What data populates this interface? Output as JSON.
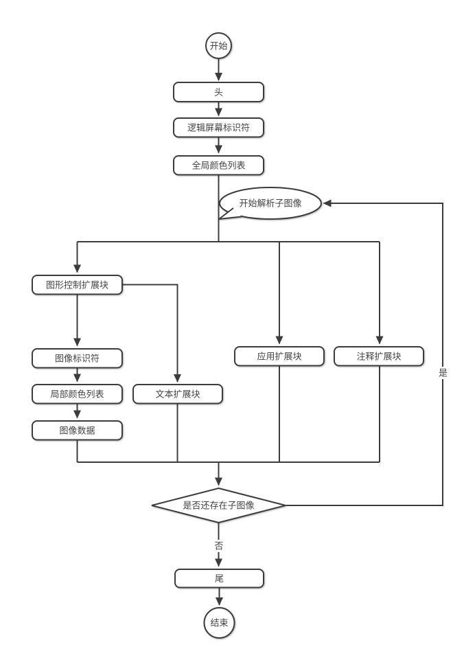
{
  "diagram_type": "flowchart",
  "colors": {
    "line": "#3c3c3c",
    "text": "#444444",
    "node_fill": "#ffffff",
    "background": "#ffffff"
  },
  "nodes": {
    "start": {
      "label": "开始",
      "shape": "circle"
    },
    "header": {
      "label": "头",
      "shape": "rounded-rect"
    },
    "logical_screen_descriptor": {
      "label": "逻辑屏幕标识符",
      "shape": "rounded-rect"
    },
    "global_color_table": {
      "label": "全局颜色列表",
      "shape": "rounded-rect"
    },
    "parse_subimage_callout": {
      "label": "开始解析子图像",
      "shape": "oval-callout"
    },
    "graphic_control_extension": {
      "label": "图形控制扩展块",
      "shape": "rounded-rect"
    },
    "image_descriptor": {
      "label": "图像标识符",
      "shape": "rounded-rect"
    },
    "local_color_table": {
      "label": "局部颜色列表",
      "shape": "rounded-rect"
    },
    "image_data": {
      "label": "图像数据",
      "shape": "rounded-rect"
    },
    "text_extension": {
      "label": "文本扩展块",
      "shape": "rounded-rect"
    },
    "application_extension": {
      "label": "应用扩展块",
      "shape": "rounded-rect"
    },
    "comment_extension": {
      "label": "注释扩展块",
      "shape": "rounded-rect"
    },
    "subimage_decision": {
      "label": "是否还存在子图像",
      "shape": "diamond"
    },
    "trailer": {
      "label": "尾",
      "shape": "rounded-rect"
    },
    "end": {
      "label": "结束",
      "shape": "circle"
    }
  },
  "edge_labels": {
    "yes": "是",
    "no": "否"
  }
}
